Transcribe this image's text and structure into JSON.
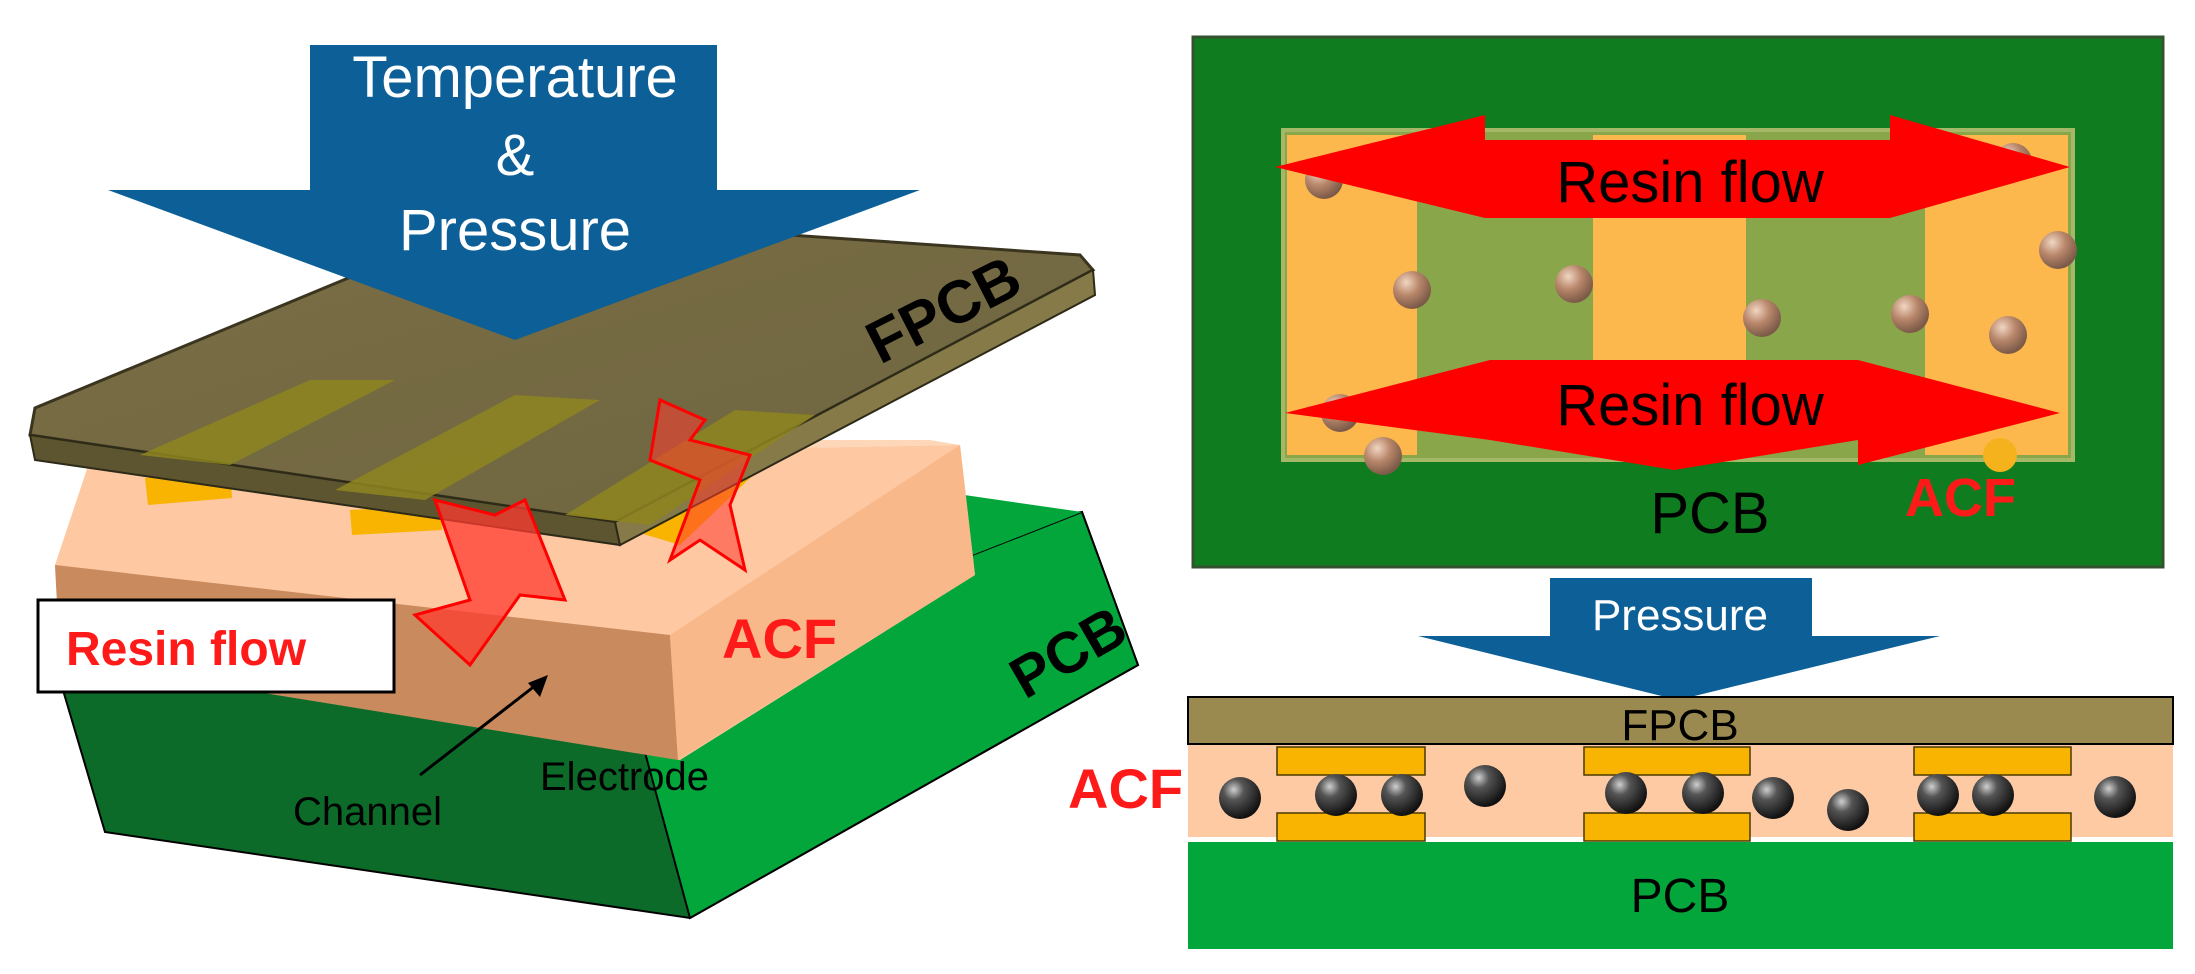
{
  "left_figure": {
    "arrow_label_line1": "Temperature",
    "arrow_label_line2": "&",
    "arrow_label_line3": "Pressure",
    "fpcb_label": "FPCB",
    "pcb_label": "PCB",
    "acf_label": "ACF",
    "resin_flow_label": "Resin flow",
    "channel_label": "Channel",
    "electrode_label": "Electrode"
  },
  "top_right_figure": {
    "resin_flow_top": "Resin flow",
    "resin_flow_bottom": "Resin flow",
    "pcb_label": "PCB",
    "acf_label": "ACF"
  },
  "bottom_right_figure": {
    "pressure_label": "Pressure",
    "fpcb_label": "FPCB",
    "acf_label": "ACF",
    "pcb_label": "PCB"
  },
  "colors": {
    "blue_arrow": "#0d5f97",
    "fpcb": "#9b8a4f",
    "pcb_dark": "#0d6b2a",
    "pcb_bright": "#03a63a",
    "acf": "#fdcaa3",
    "electrode": "#f8b400",
    "resin_red": "#ff0000",
    "label_red": "#ff1a1a"
  }
}
